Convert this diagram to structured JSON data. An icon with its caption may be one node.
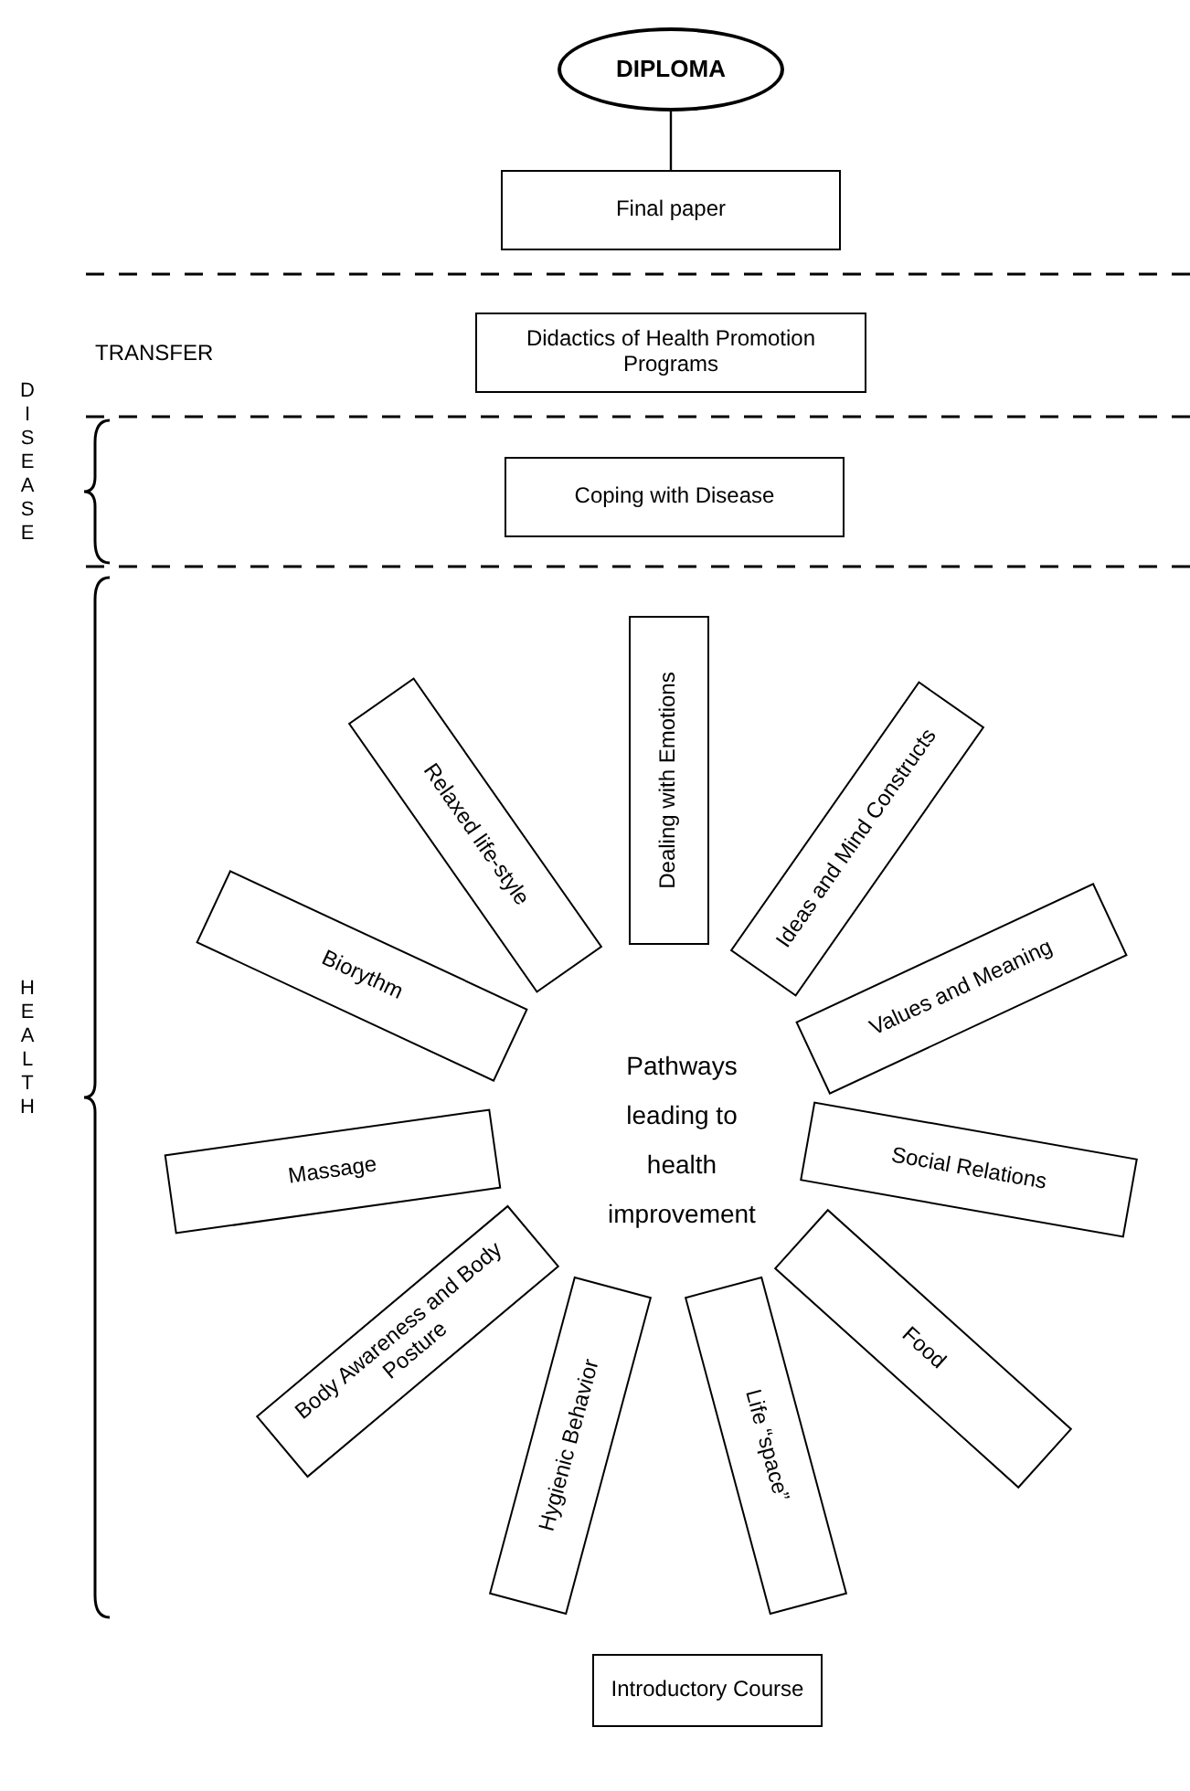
{
  "diagram": {
    "nodes": [
      {
        "text": [
          "DIPLOMA"
        ]
      },
      {
        "text": [
          "Final paper"
        ]
      },
      {
        "text": [
          "Didactics of Health Promotion Programs"
        ]
      },
      {
        "text": [
          "Coping with Disease"
        ]
      },
      {
        "text": [
          "Dealing with Emotions"
        ]
      },
      {
        "text": [
          "Ideas and Mind Constructs"
        ]
      },
      {
        "text": [
          "Values and Meaning"
        ]
      },
      {
        "text": [
          "Social Relations"
        ]
      },
      {
        "text": [
          "Food"
        ]
      },
      {
        "text": [
          "Life “space”"
        ]
      },
      {
        "text": [
          "Hygienic Behavior"
        ]
      },
      {
        "text": [
          "Body Awareness and Body Posture"
        ]
      },
      {
        "text": [
          "Massage"
        ]
      },
      {
        "text": [
          "Biorythm"
        ]
      },
      {
        "text": [
          "Relaxed life-style"
        ]
      },
      {
        "text": [
          "Introductory Course"
        ]
      }
    ],
    "edges": [
      {
        "from": 0,
        "to": 1,
        "arrow": "none"
      }
    ],
    "labels": [
      "TRANSFER",
      "DISEASE",
      "HEALTH",
      "Pathways leading to health improvement"
    ]
  }
}
